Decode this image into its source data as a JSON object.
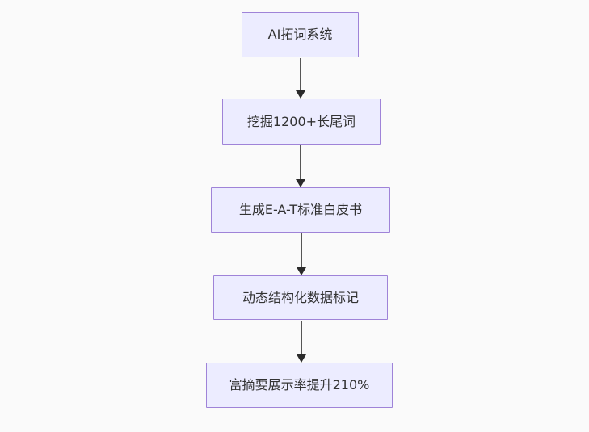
{
  "diagram": {
    "type": "flowchart",
    "direction": "top-down",
    "nodes": [
      {
        "id": "1",
        "label": "AI拓词系统"
      },
      {
        "id": "2",
        "label": "挖掘1200+长尾词"
      },
      {
        "id": "3",
        "label": "生成E-A-T标准白皮书"
      },
      {
        "id": "4",
        "label": "动态结构化数据标记"
      },
      {
        "id": "5",
        "label": "富摘要展示率提升210%"
      }
    ],
    "edges": [
      {
        "from": "1",
        "to": "2"
      },
      {
        "from": "2",
        "to": "3"
      },
      {
        "from": "3",
        "to": "4"
      },
      {
        "from": "4",
        "to": "5"
      }
    ],
    "colors": {
      "node_fill": "#ECECFF",
      "node_border": "#9F83D8",
      "edge_line": "#555555",
      "arrowhead": "#2B2B2B",
      "text": "#333333",
      "background": "#FAFAFA"
    }
  }
}
